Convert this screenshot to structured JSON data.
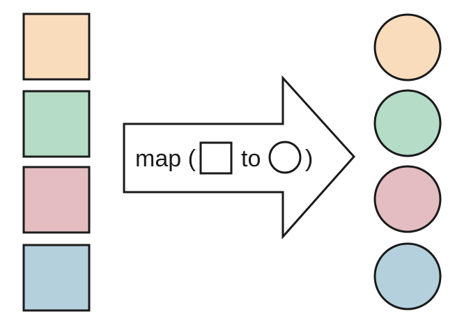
{
  "diagram": {
    "label_map": "map (",
    "label_to": "to",
    "label_close": ")"
  },
  "colors": {
    "peach": "#f8dcbc",
    "green": "#b4dcc6",
    "pink": "#e3bdc0",
    "blue": "#b4d0dd",
    "stroke": "#1a1a1a",
    "background": "#ffffff"
  },
  "inputs": [
    {
      "shape": "square",
      "color": "peach"
    },
    {
      "shape": "square",
      "color": "green"
    },
    {
      "shape": "square",
      "color": "pink"
    },
    {
      "shape": "square",
      "color": "blue"
    }
  ],
  "outputs": [
    {
      "shape": "circle",
      "color": "peach"
    },
    {
      "shape": "circle",
      "color": "green"
    },
    {
      "shape": "circle",
      "color": "pink"
    },
    {
      "shape": "circle",
      "color": "blue"
    }
  ]
}
